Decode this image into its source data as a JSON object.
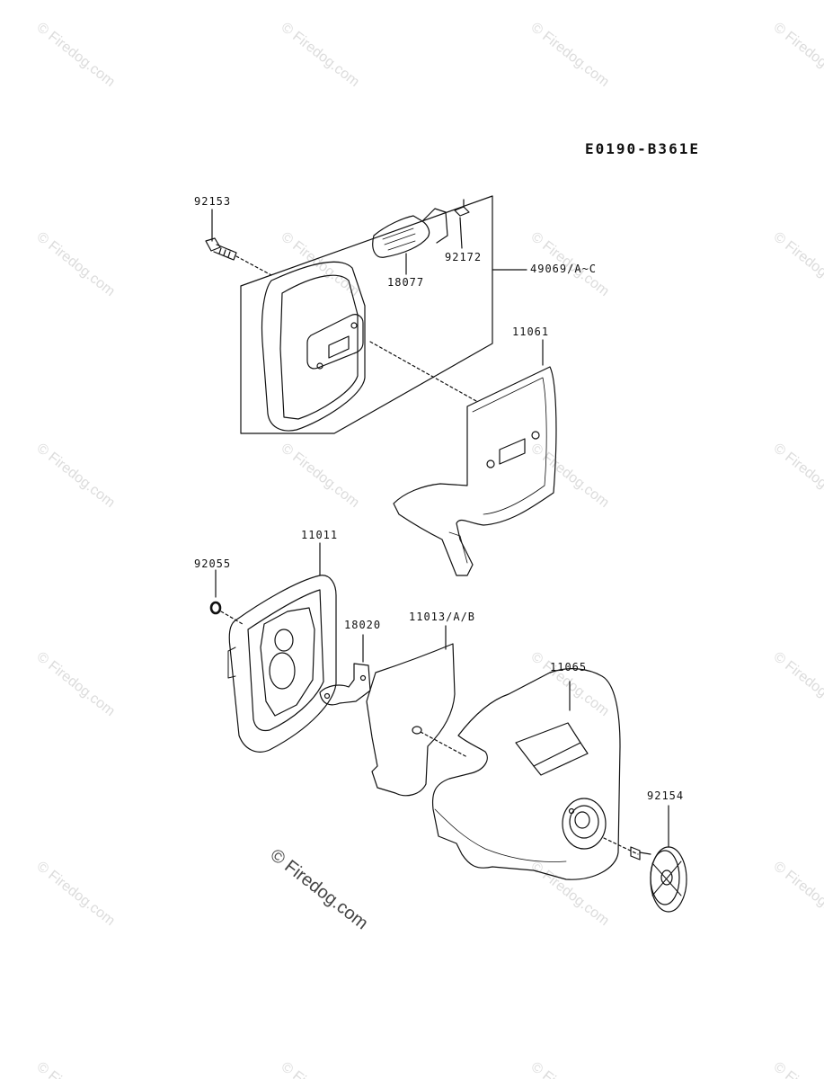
{
  "diagram_code": "E0190-B361E",
  "watermark_text": "© Firedog.com",
  "parts": {
    "p92153": "92153",
    "p92172": "92172",
    "p18077": "18077",
    "p49069": "49069/A~C",
    "p11061": "11061",
    "p11011": "11011",
    "p92055": "92055",
    "p18020": "18020",
    "p11013": "11013/A/B",
    "p11065": "11065",
    "p92154": "92154"
  }
}
